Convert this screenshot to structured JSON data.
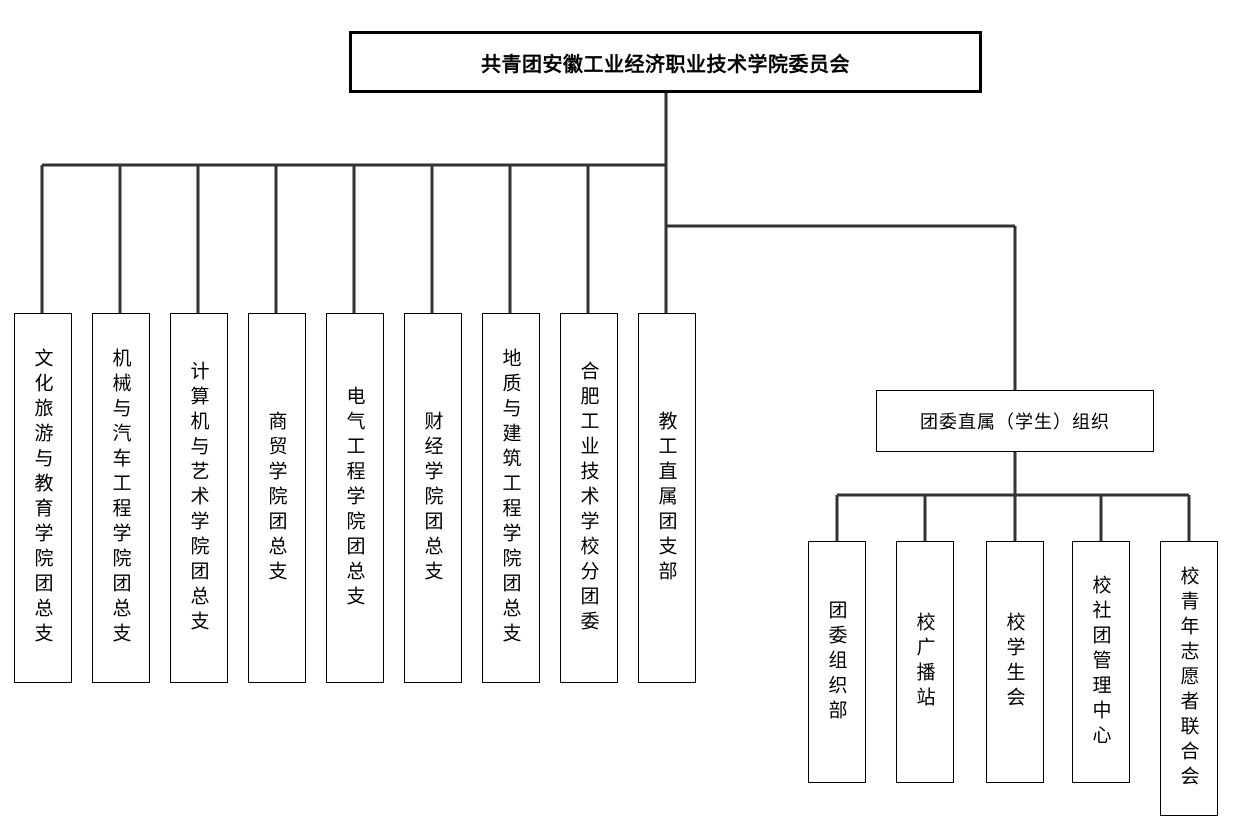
{
  "root": {
    "label": "共青团安徽工业经济职业技术学院委员会"
  },
  "branches": [
    {
      "label": "文化旅游与教育学院团总支"
    },
    {
      "label": "机械与汽车工程学院团总支"
    },
    {
      "label": "计算机与艺术学院团总支"
    },
    {
      "label": "商贸学院团总支"
    },
    {
      "label": "电气工程学院团总支"
    },
    {
      "label": "财经学院团总支"
    },
    {
      "label": "地质与建筑工程学院团总支"
    },
    {
      "label": "合肥工业技术学校分团委"
    },
    {
      "label": "教工直属团支部"
    }
  ],
  "direct_org": {
    "label": "团委直属（学生）组织",
    "children": [
      {
        "label": "团委组织部"
      },
      {
        "label": "校广播站"
      },
      {
        "label": "校学生会"
      },
      {
        "label": "校社团管理中心"
      },
      {
        "label": "校青年志愿者联合会"
      }
    ]
  }
}
